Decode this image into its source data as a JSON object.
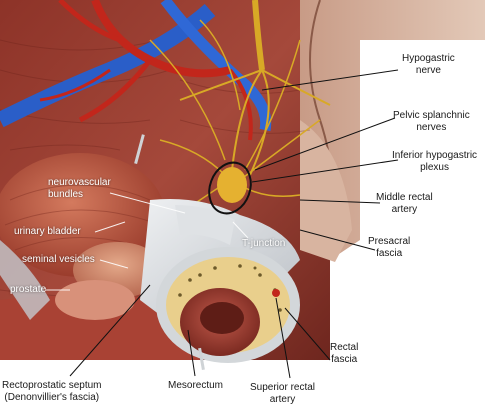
{
  "labels": {
    "hypogastric_nerve": [
      "Hypogastric",
      "nerve"
    ],
    "pelvic_splanchnic_nerves": [
      "Pelvic splanchnic",
      "nerves"
    ],
    "inferior_hypogastric_plexus": [
      "Inferior hypogastric",
      "plexus"
    ],
    "middle_rectal_artery": [
      "Middle rectal",
      "artery"
    ],
    "presacral_fascia": [
      "Presacral",
      "fascia"
    ],
    "rectal_fascia": [
      "Rectal",
      "fascia"
    ],
    "superior_rectal_artery": [
      "Superior rectal",
      "artery"
    ],
    "mesorectum": "Mesorectum",
    "rectoprostatic_septum": [
      "Rectoprostatic septum",
      "(Denonvillier's fascia)"
    ],
    "neurovascular_bundles": [
      "neurovascular",
      "bundles"
    ],
    "urinary_bladder": "urinary bladder",
    "seminal_vesicles": "seminal vesicles",
    "prostate": "prostate",
    "t_junction": "T-junction"
  },
  "colors": {
    "background": "#ffffff",
    "muscle": "#b0483a",
    "muscle_dark": "#7e2a22",
    "artery": "#c2261b",
    "vein": "#2a5ec8",
    "nerve": "#d8a926",
    "fascia": "#c9cdd1",
    "fat": "#e9cf8c",
    "leader_line": "#111111",
    "highlight_ring": "#111111"
  }
}
